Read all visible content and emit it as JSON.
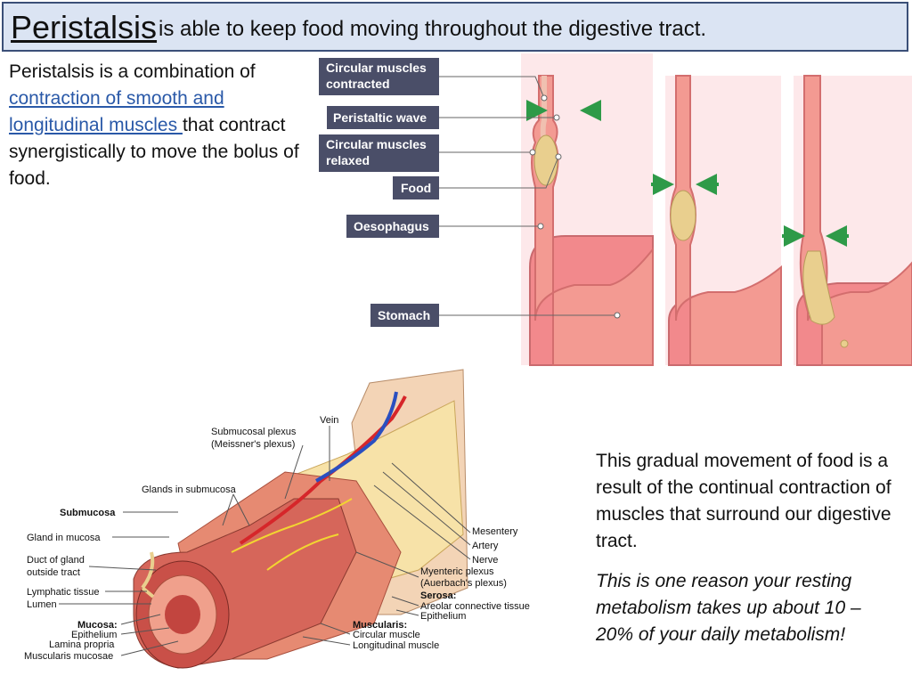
{
  "title": {
    "keyword": "Peristalsis",
    "rest": "is able to keep food moving throughout the digestive tract."
  },
  "intro": {
    "before": "Peristalsis is a combination of ",
    "link": "contraction of smooth and longitudinal muscles ",
    "after": "that contract synergistically to move the bolus of food."
  },
  "top_diagram": {
    "labels": {
      "circular_contracted_1": "Circular muscles",
      "circular_contracted_2": "contracted",
      "peristaltic_wave": "Peristaltic wave",
      "circular_relaxed_1": "Circular muscles",
      "circular_relaxed_2": "relaxed",
      "food": "Food",
      "oesophagus": "Oesophagus",
      "stomach": "Stomach"
    }
  },
  "anatomy": {
    "vein": "Vein",
    "submucosal_plexus_1": "Submucosal plexus",
    "submucosal_plexus_2": "(Meissner's plexus)",
    "glands_submucosa": "Glands in submucosa",
    "submucosa": "Submucosa",
    "gland_mucosa": "Gland in mucosa",
    "duct_1": "Duct of gland",
    "duct_2": "outside tract",
    "lymphatic": "Lymphatic tissue",
    "lumen": "Lumen",
    "mucosa": "Mucosa:",
    "epithelium": "Epithelium",
    "lamina": "Lamina propria",
    "muscularis_mucosae": "Muscularis mucosae",
    "mesentery": "Mesentery",
    "artery": "Artery",
    "nerve": "Nerve",
    "myenteric_1": "Myenteric plexus",
    "myenteric_2": "(Auerbach's plexus)",
    "serosa": "Serosa:",
    "areolar": "Areolar connective tissue",
    "serosa_epithelium": "Epithelium",
    "muscularis": "Muscularis:",
    "circular_muscle": "Circular muscle",
    "longitudinal_muscle": "Longitudinal muscle"
  },
  "side_text": {
    "p1": "This gradual movement of food is a result of the continual contraction of muscles  that surround our digestive tract.",
    "p2": "This is one reason your resting metabolism takes up about 10 – 20% of your daily metabolism!"
  },
  "colors": {
    "title_bg": "#dbe4f3",
    "title_border": "#3b4f78",
    "link": "#2a59a8",
    "label_box": "#4a4e68",
    "tissue": "#f08a8a",
    "food": "#e9cf8e",
    "arrow": "#2e9a48"
  }
}
